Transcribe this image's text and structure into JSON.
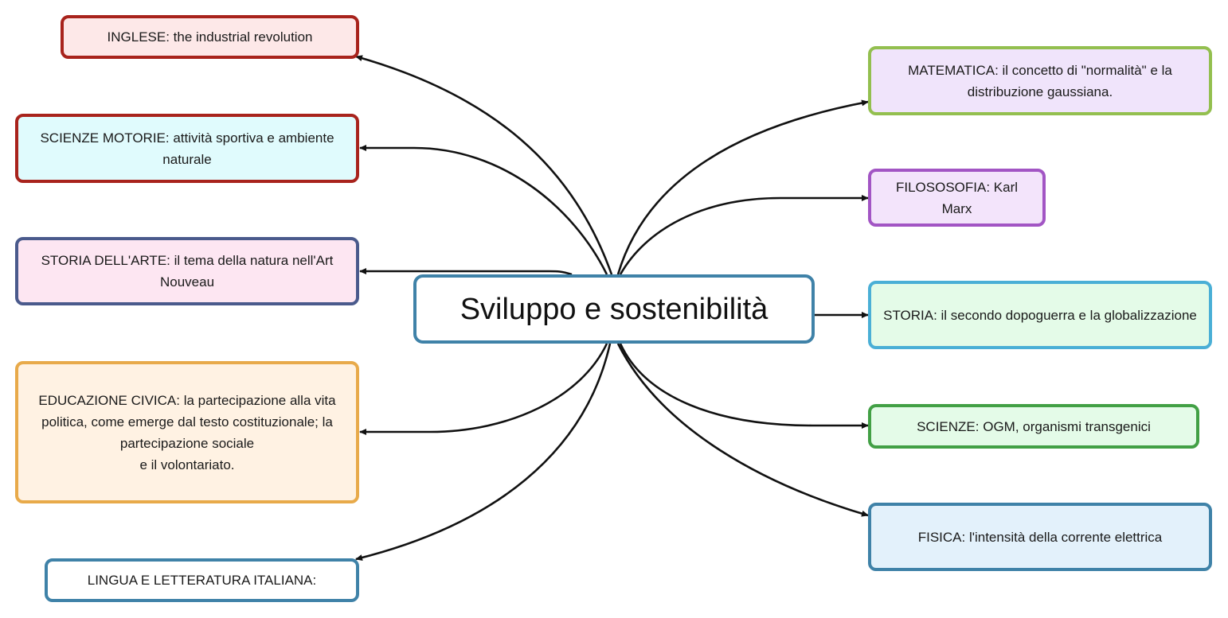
{
  "center": {
    "label": "Sviluppo e sostenibilità",
    "border": "#3f82a8",
    "fill": "#ffffff"
  },
  "left_nodes": [
    {
      "id": "inglese",
      "label": "INGLESE: the industrial revolution",
      "border": "#a8231c",
      "fill": "#fde8e8"
    },
    {
      "id": "scienze-motorie",
      "label": "SCIENZE MOTORIE: attività sportiva e ambiente naturale",
      "border": "#a8231c",
      "fill": "#e0fbfd"
    },
    {
      "id": "storia-arte",
      "label": "STORIA DELL'ARTE: il tema della natura nell'Art Nouveau",
      "border": "#4a5a8c",
      "fill": "#fde6f2"
    },
    {
      "id": "educazione-civica",
      "label": "EDUCAZIONE CIVICA: la partecipazione alla vita politica, come emerge dal testo costituzionale; la\npartecipazione sociale\ne il volontariato.",
      "border": "#e8aa4a",
      "fill": "#fff2e3"
    },
    {
      "id": "italiano",
      "label": "LINGUA E LETTERATURA ITALIANA:",
      "border": "#3f82a8",
      "fill": "#ffffff"
    }
  ],
  "right_nodes": [
    {
      "id": "matematica",
      "label": "MATEMATICA: il concetto di \"normalità\" e la distribuzione gaussiana.",
      "border": "#93bf4f",
      "fill": "#f0e4fb"
    },
    {
      "id": "filosofia",
      "label": "FILOSOSOFIA: Karl Marx",
      "border": "#a255c4",
      "fill": "#f3e4fb"
    },
    {
      "id": "storia",
      "label": "STORIA: il secondo dopoguerra e la globalizzazione",
      "border": "#4aafd6",
      "fill": "#e4fbe8"
    },
    {
      "id": "scienze",
      "label": "SCIENZE: OGM, organismi transgenici",
      "border": "#42a045",
      "fill": "#e4fbe8"
    },
    {
      "id": "fisica",
      "label": "FISICA: l'intensità della corrente elettrica",
      "border": "#3f82a8",
      "fill": "#e3f1fb"
    }
  ]
}
